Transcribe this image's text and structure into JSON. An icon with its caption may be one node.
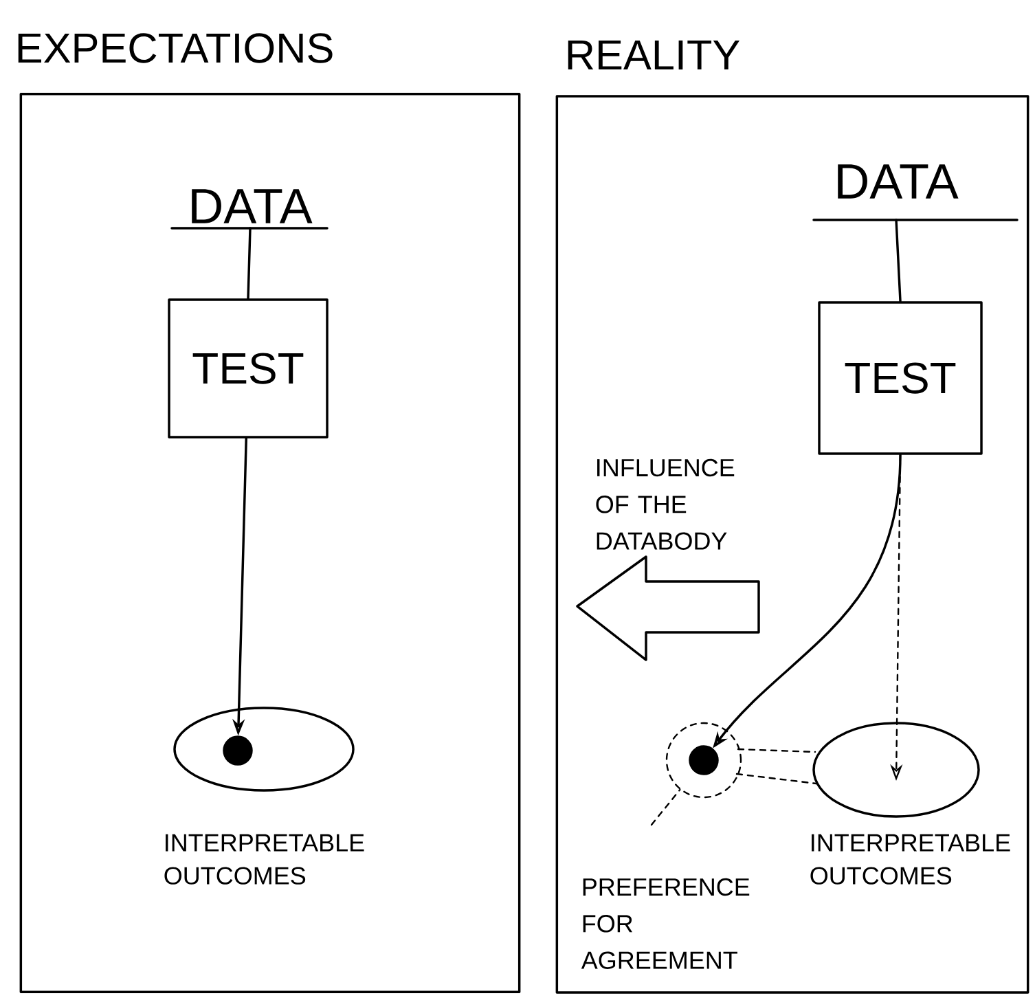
{
  "diagram": {
    "nodes": [
      {
        "text": [
          "EXPECTATIONS"
        ]
      },
      {
        "text": [
          "DATA"
        ],
        "in": 0
      },
      {
        "text": [
          "TEST"
        ],
        "in": 0
      },
      {
        "text": [
          "INTERPRETABLE OUTCOMES"
        ],
        "in": 0
      },
      {
        "text": [],
        "shape": "circle",
        "in": 3
      },
      {
        "text": [
          "REALITY"
        ]
      },
      {
        "text": [
          "DATA"
        ],
        "in": 5
      },
      {
        "text": [
          "TEST"
        ],
        "in": 5
      },
      {
        "text": [],
        "shape": "circle",
        "in": 5
      },
      {
        "text": [],
        "shape": "circle",
        "in": 8
      },
      {
        "text": [
          "INTERPRETABLE OUTCOMES"
        ],
        "in": 5
      },
      {
        "text": [
          "PREFERENCE FOR AGREEMENT"
        ],
        "in": 5
      }
    ],
    "edges": [
      {
        "from": 1,
        "to": 2,
        "arrow": "none"
      },
      {
        "from": 2,
        "to": 4,
        "arrow": "to"
      },
      {
        "from": 6,
        "to": 7,
        "arrow": "none"
      },
      {
        "from": 7,
        "to": 9,
        "arrow": "to"
      },
      {
        "from": 7,
        "to": 10,
        "arrow": "to",
        "style": "dashed"
      },
      {
        "from": 11,
        "to": 8,
        "arrow": "none",
        "style": "dashed"
      }
    ],
    "labels": [
      "INFLUENCE OF THE DATABODY"
    ]
  }
}
